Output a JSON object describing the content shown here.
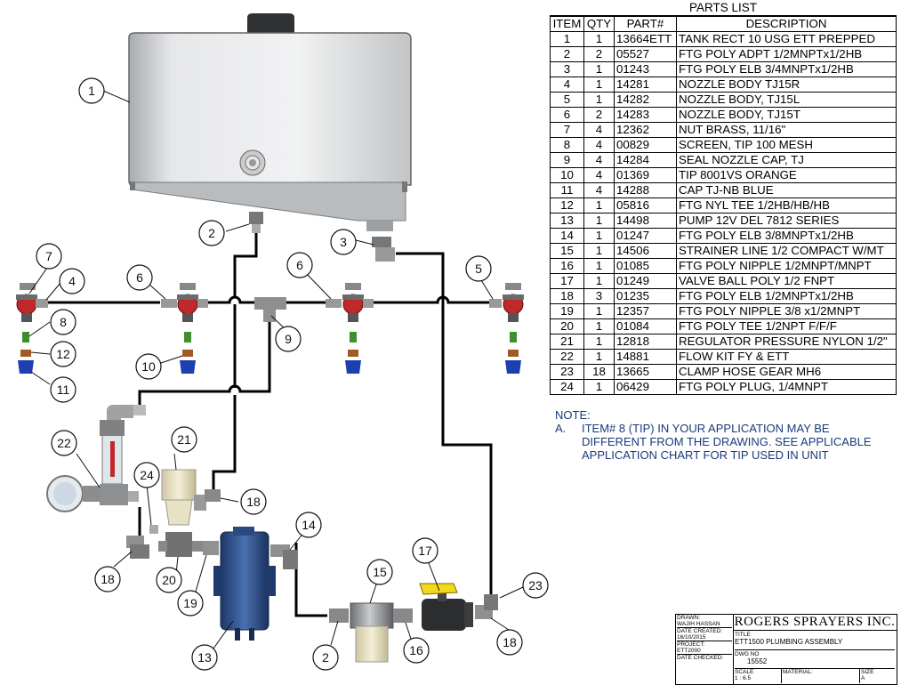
{
  "parts_list": {
    "title": "PARTS LIST",
    "columns": [
      "ITEM",
      "QTY",
      "PART#",
      "DESCRIPTION"
    ],
    "rows": [
      [
        "1",
        "1",
        "13664ETT",
        "TANK RECT 10 USG ETT PREPPED"
      ],
      [
        "2",
        "2",
        "05527",
        "FTG POLY ADPT 1/2MNPTx1/2HB"
      ],
      [
        "3",
        "1",
        "01243",
        "FTG POLY ELB 3/4MNPTx1/2HB"
      ],
      [
        "4",
        "1",
        "14281",
        "NOZZLE BODY TJ15R"
      ],
      [
        "5",
        "1",
        "14282",
        "NOZZLE BODY, TJ15L"
      ],
      [
        "6",
        "2",
        "14283",
        "NOZZLE BODY, TJ15T"
      ],
      [
        "7",
        "4",
        "12362",
        "NUT BRASS, 11/16\""
      ],
      [
        "8",
        "4",
        "00829",
        "SCREEN, TIP 100 MESH"
      ],
      [
        "9",
        "4",
        "14284",
        "SEAL NOZZLE CAP, TJ"
      ],
      [
        "10",
        "4",
        "01369",
        "TIP 8001VS ORANGE"
      ],
      [
        "11",
        "4",
        "14288",
        "CAP TJ-NB BLUE"
      ],
      [
        "12",
        "1",
        "05816",
        "FTG NYL TEE 1/2HB/HB/HB"
      ],
      [
        "13",
        "1",
        "14498",
        "PUMP 12V DEL 7812 SERIES"
      ],
      [
        "14",
        "1",
        "01247",
        "FTG POLY ELB 3/8MNPTx1/2HB"
      ],
      [
        "15",
        "1",
        "14506",
        "STRAINER LINE 1/2 COMPACT W/MT"
      ],
      [
        "16",
        "1",
        "01085",
        "FTG POLY NIPPLE 1/2MNPT/MNPT"
      ],
      [
        "17",
        "1",
        "01249",
        "VALVE BALL POLY 1/2 FNPT"
      ],
      [
        "18",
        "3",
        "01235",
        "FTG POLY ELB 1/2MNPTx1/2HB"
      ],
      [
        "19",
        "1",
        "12357",
        "FTG POLY NIPPLE 3/8 x1/2MNPT"
      ],
      [
        "20",
        "1",
        "01084",
        "FTG POLY TEE 1/2NPT F/F/F"
      ],
      [
        "21",
        "1",
        "12818",
        "REGULATOR PRESSURE NYLON 1/2\""
      ],
      [
        "22",
        "1",
        "14881",
        "FLOW KIT FY & ETT"
      ],
      [
        "23",
        "18",
        "13665",
        "CLAMP HOSE GEAR MH6"
      ],
      [
        "24",
        "1",
        "06429",
        "FTG POLY PLUG, 1/4MNPT"
      ]
    ]
  },
  "note": {
    "heading": "NOTE:",
    "letter": "A.",
    "lines": [
      "ITEM# 8 (TIP) IN YOUR APPLICATION MAY BE",
      "DIFFERENT FROM THE DRAWING. SEE APPLICABLE",
      "APPLICATION CHART FOR TIP USED IN UNIT"
    ]
  },
  "title_block": {
    "company": "ROGERS SPRAYERS INC.",
    "drawn_label": "DRAWN:",
    "drawn_value": "WAJIH HASSAN",
    "date_created_label": "DATE CREATED:",
    "date_created_value": "16/10/2015",
    "project_label": "PROJECT:",
    "project_value": "ETT2000",
    "date_checked_label": "DATE CHECKED:",
    "title_label": "TITLE",
    "title_value": "ETT1500 PLUMBING ASSEMBLY",
    "dwg_label": "DWG NO",
    "dwg_value": "15552",
    "scale_label": "SCALE",
    "scale_value": "1 : 6.5",
    "material_label": "MATERIAL:",
    "size_label": "SIZE",
    "size_value": "A"
  },
  "callouts": [
    "1",
    "2",
    "3",
    "7",
    "4",
    "6",
    "6",
    "5",
    "8",
    "12",
    "9",
    "10",
    "11",
    "22",
    "21",
    "24",
    "18",
    "14",
    "18",
    "20",
    "19",
    "17",
    "23",
    "15",
    "13",
    "2",
    "16",
    "18"
  ],
  "colors": {
    "nozzle_red": "#c0282b",
    "tip_blue": "#1d3fb0",
    "screen_green": "#3f8f2f",
    "pump_blue": "#2c4f8e",
    "valve_yellow": "#f2d81c",
    "note_blue": "#1a3a7a"
  }
}
